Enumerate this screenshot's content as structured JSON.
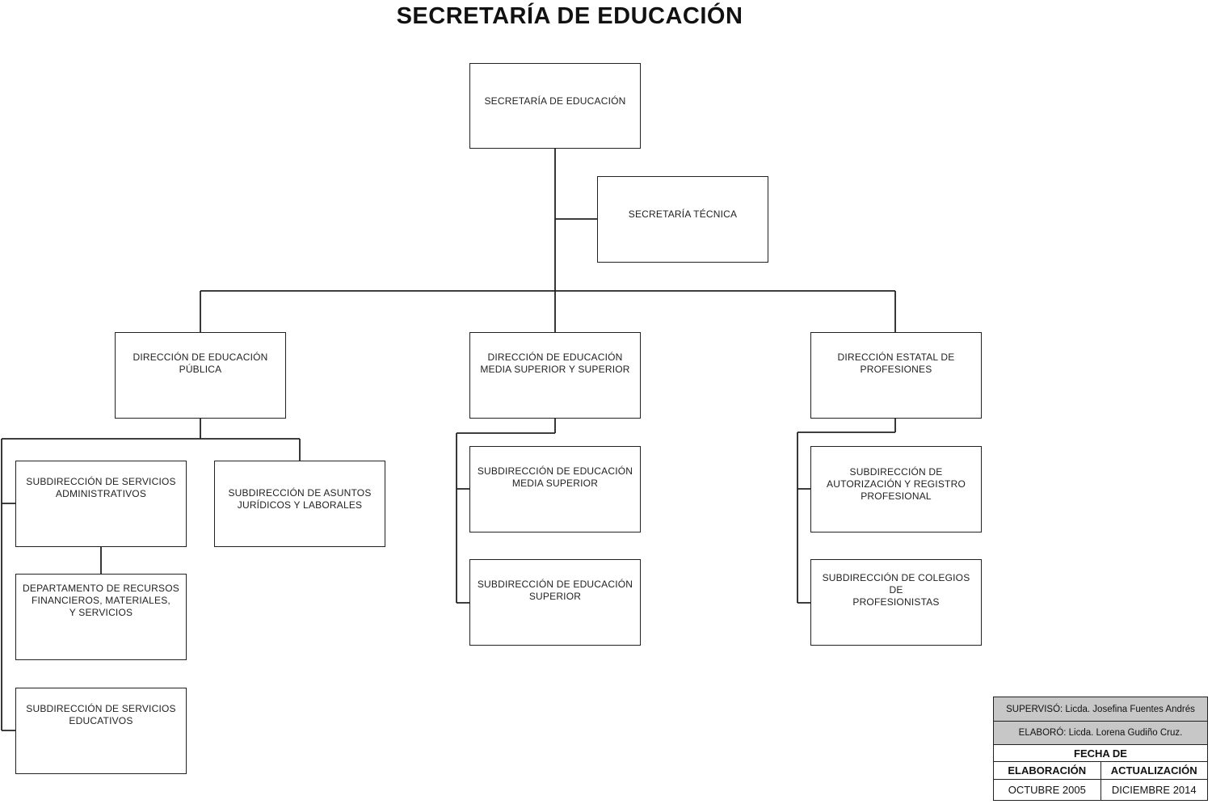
{
  "title": "SECRETARÍA DE EDUCACIÓN",
  "nodes": {
    "root": "SECRETARÍA DE EDUCACIÓN",
    "tecnica": "SECRETARÍA TÉCNICA",
    "dir_publica": "DIRECCIÓN DE EDUCACIÓN\nPÚBLICA",
    "dir_media": "DIRECCIÓN DE EDUCACIÓN\nMEDIA SUPERIOR Y SUPERIOR",
    "dir_profesiones": "DIRECCIÓN ESTATAL DE\nPROFESIONES",
    "sub_servicios_admin": "SUBDIRECCIÓN DE SERVICIOS\nADMINISTRATIVOS",
    "sub_asuntos": "SUBDIRECCIÓN DE ASUNTOS\nJURÍDICOS Y LABORALES",
    "depto_recursos": "DEPARTAMENTO DE RECURSOS\nFINANCIEROS, MATERIALES,\nY SERVICIOS",
    "sub_servicios_educ": "SUBDIRECCIÓN DE SERVICIOS\nEDUCATIVOS",
    "sub_media_superior": "SUBDIRECCIÓN DE EDUCACIÓN\nMEDIA SUPERIOR",
    "sub_superior": "SUBDIRECCIÓN DE EDUCACIÓN\nSUPERIOR",
    "sub_autorizacion": "SUBDIRECCIÓN DE\nAUTORIZACIÓN Y REGISTRO\nPROFESIONAL",
    "sub_colegios": "SUBDIRECCIÓN DE COLEGIOS DE\nPROFESIONISTAS"
  },
  "footer": {
    "superviso": "SUPERVISÓ: Licda. Josefina Fuentes Andrés",
    "elaboro": "ELABORÓ: Licda. Lorena Gudiño Cruz.",
    "fecha_de": "FECHA DE",
    "col_elaboracion": "ELABORACIÓN",
    "col_actualizacion": "ACTUALIZACIÓN",
    "elaboracion_value": "OCTUBRE 2005",
    "actualizacion_value": "DICIEMBRE 2014"
  }
}
